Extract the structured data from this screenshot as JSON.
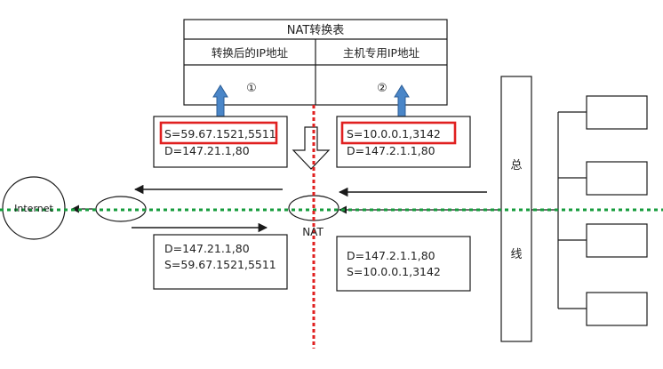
{
  "nat_table": {
    "title": "NAT转换表",
    "col_left": "转换后的IP地址",
    "col_right": "主机专用IP地址",
    "marker_left": "①",
    "marker_right": "②"
  },
  "packets": {
    "out_after": {
      "line1": "S=59.67.1521,5511",
      "line2": "D=147.21.1,80"
    },
    "out_before": {
      "line1": "S=10.0.0.1,3142",
      "line2": "D=147.2.1.1,80"
    },
    "in_before": {
      "line1": "D=147.21.1,80",
      "line2": "S=59.67.1521,5511"
    },
    "in_after": {
      "line1": "D=147.2.1.1,80",
      "line2": "S=10.0.0.1,3142"
    }
  },
  "labels": {
    "internet": "Internet",
    "nat": "NAT",
    "bus_1": "总",
    "bus_2": "线"
  },
  "colors": {
    "stroke": "#1a1a1a",
    "highlight": "#e02020",
    "guide_red": "#e02020",
    "guide_green": "#169c3c",
    "blue_arrow": "#4a86c8",
    "blue_arrow_edge": "#2e5f97"
  }
}
